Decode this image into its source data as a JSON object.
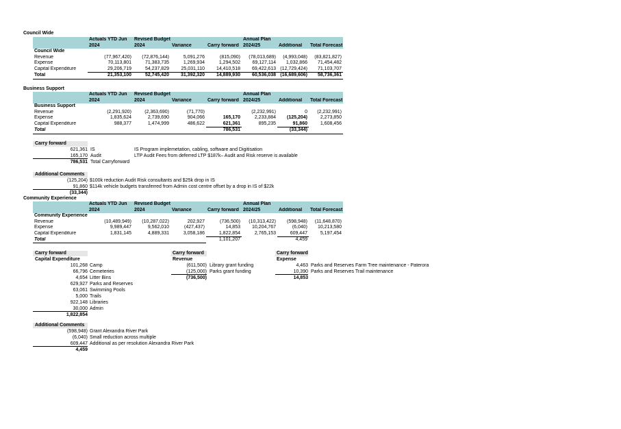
{
  "headers": {
    "h1a": "Actuals YTD Jun",
    "h1b": "2024",
    "h2a": "Revised Budget",
    "h2b": "2024",
    "h3": "Variance",
    "h4": "Carry forward",
    "h5a": "Annual Plan",
    "h5b": "2024/25",
    "h6": "Additional",
    "h7": "Total Forecast"
  },
  "council_wide": {
    "title": "Council Wide",
    "sub": "Council Wide",
    "rows": [
      {
        "label": "Revenue",
        "c1": "(77,967,420)",
        "c2": "(72,876,144)",
        "c3": "5,091,276",
        "c4": "(815,090)",
        "c5": "(78,013,689)",
        "c6": "(4,993,048)",
        "c7": "(83,821,827)"
      },
      {
        "label": "Expense",
        "c1": "70,113,801",
        "c2": "71,383,735",
        "c3": "1,269,934",
        "c4": "1,294,502",
        "c5": "69,127,114",
        "c6": "1,032,866",
        "c7": "71,454,482"
      },
      {
        "label": "Capital Expenditure",
        "c1": "29,206,719",
        "c2": "54,237,829",
        "c3": "25,031,110",
        "c4": "14,410,518",
        "c5": "69,422,613",
        "c6": "(12,729,424)",
        "c7": "71,103,707"
      }
    ],
    "total": {
      "label": "Total",
      "c1": "21,353,100",
      "c2": "52,745,420",
      "c3": "31,392,320",
      "c4": "14,889,930",
      "c5": "60,536,038",
      "c6": "(16,689,606)",
      "c7": "58,736,361"
    }
  },
  "business_support": {
    "title": "Business Support",
    "sub": "Business Support",
    "rows": [
      {
        "label": "Revenue",
        "c1": "(2,291,920)",
        "c2": "(2,363,690)",
        "c3": "(71,770)",
        "c4": "",
        "c5": "(2,232,991)",
        "c6": "0",
        "c7": "(2,232,991)"
      },
      {
        "label": "Expense",
        "c1": "1,835,624",
        "c2": "2,739,690",
        "c3": "904,066",
        "c4": "165,170",
        "c5": "2,233,884",
        "c6": "(125,204)",
        "c7": "2,273,850"
      },
      {
        "label": "Capital Expenditure",
        "c1": "988,377",
        "c2": "1,474,999",
        "c3": "486,622",
        "c4": "621,361",
        "c5": "895,235",
        "c6": "91,860",
        "c7": "1,608,456"
      }
    ],
    "total": {
      "label": "Total",
      "c4": "786,531",
      "c6": "(33,344)"
    },
    "carry_forward_title": "Carry forward",
    "carry_forward": [
      {
        "amount": "621,361",
        "name": "IS",
        "desc": "IS Program implemetation, cabling, software and Digitisation"
      },
      {
        "amount": "165,170",
        "name": "Audit",
        "desc": "LTP Audit Fees from deferred LTP $187k– Audit and Risk reserve is available"
      }
    ],
    "carry_forward_total": {
      "amount": "786,531",
      "name": "Total Carryforward"
    },
    "comments_title": "Additional Comments",
    "comments": [
      {
        "amount": "(125,204)",
        "text": "$100k reduction Audit Risk consultants and $25k drop in IS"
      },
      {
        "amount": "91,860",
        "text": "$114k vehicle budgets transferred from Admin cost centre  offset by a drop in IS of $22k"
      }
    ],
    "comments_total": "(33,344)"
  },
  "community": {
    "title": "Community Experience",
    "sub": "Community Experience",
    "rows": [
      {
        "label": "Revenue",
        "c1": "(10,489,949)",
        "c2": "(10,287,022)",
        "c3": "202,927",
        "c4": "(736,500)",
        "c5": "(10,313,422)",
        "c6": "(598,948)",
        "c7": "(11,648,870)"
      },
      {
        "label": "Expense",
        "c1": "9,989,447",
        "c2": "9,562,010",
        "c3": "(427,437)",
        "c4": "14,853",
        "c5": "10,204,767",
        "c6": "(6,040)",
        "c7": "10,213,580"
      },
      {
        "label": "Capital Expenditure",
        "c1": "1,831,145",
        "c2": "4,889,331",
        "c3": "3,058,186",
        "c4": "1,822,854",
        "c5": "2,765,153",
        "c6": "609,447",
        "c7": "5,197,454"
      }
    ],
    "total": {
      "label": "Total",
      "c4": "1,101,207",
      "c6": "4,459"
    },
    "cf_title": "Carry forward",
    "cf_capex_title": "Capital Expenditure",
    "cf_capex": [
      {
        "amount": "101,268",
        "name": "Camp"
      },
      {
        "amount": "66,796",
        "name": "Cemeteries"
      },
      {
        "amount": "4,654",
        "name": "Litter Bins"
      },
      {
        "amount": "629,927",
        "name": "Parks and Reserves"
      },
      {
        "amount": "63,061",
        "name": "Swimming Pools"
      },
      {
        "amount": "5,000",
        "name": "Trails"
      },
      {
        "amount": "922,148",
        "name": "Libraries"
      },
      {
        "amount": "30,000",
        "name": "Admin"
      }
    ],
    "cf_capex_total": "1,822,854",
    "cf_rev_title1": "Carry forward",
    "cf_rev_title2": "Revenue",
    "cf_rev": [
      {
        "amount": "(611,500)",
        "name": "Library grant funding"
      },
      {
        "amount": "(125,000)",
        "name": "Parks grant funding"
      }
    ],
    "cf_rev_total": "(736,500)",
    "cf_exp_title1": "Carry forward",
    "cf_exp_title2": "Expense",
    "cf_exp": [
      {
        "amount": "4,463",
        "name": "Parks and Reserves Farm Tree maintenance - Paterora"
      },
      {
        "amount": "10,390",
        "name": "Parks and Reserves Trail maintenance"
      }
    ],
    "cf_exp_total": "14,853",
    "comments_title": "Additional Comments",
    "comments": [
      {
        "amount": "(598,948)",
        "text": "Grant Alexandra River Park"
      },
      {
        "amount": "(6,040)",
        "text": "Small reduction across multiple"
      },
      {
        "amount": "609,447",
        "text": "Additional as per resolution Alexandra River Park"
      }
    ],
    "comments_total": "4,459"
  }
}
